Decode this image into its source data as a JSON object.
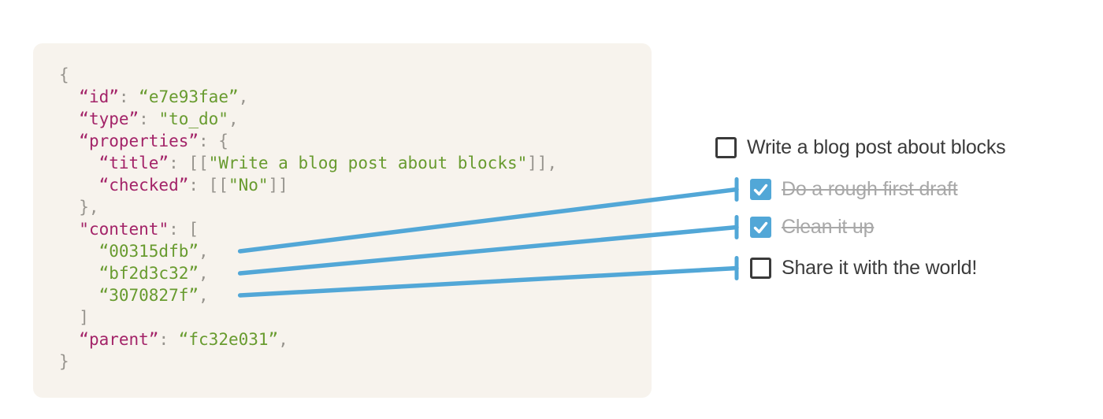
{
  "colors": {
    "code_background": "#f7f3ed",
    "key": "#a32368",
    "string": "#689b2f",
    "punctuation": "#97948e",
    "connector_blue": "#52a7d7",
    "checkbox_checked_fill": "#55a9d7",
    "checkbox_border": "#3a3a3a",
    "text_dark": "#3b3b3b",
    "text_struck": "#a8a8a8"
  },
  "code": {
    "language": "json",
    "lines": [
      {
        "tokens": [
          {
            "c": "pun",
            "t": "{"
          }
        ]
      },
      {
        "tokens": [
          {
            "c": "pun",
            "t": "  "
          },
          {
            "c": "key",
            "t": "“id”"
          },
          {
            "c": "pun",
            "t": ": "
          },
          {
            "c": "str",
            "t": "“e7e93fae”"
          },
          {
            "c": "pun",
            "t": ","
          }
        ]
      },
      {
        "tokens": [
          {
            "c": "pun",
            "t": "  "
          },
          {
            "c": "key",
            "t": "“type”"
          },
          {
            "c": "pun",
            "t": ": "
          },
          {
            "c": "str",
            "t": "\"to_do\""
          },
          {
            "c": "pun",
            "t": ","
          }
        ]
      },
      {
        "tokens": [
          {
            "c": "pun",
            "t": "  "
          },
          {
            "c": "key",
            "t": "“properties”"
          },
          {
            "c": "pun",
            "t": ": {"
          }
        ]
      },
      {
        "tokens": [
          {
            "c": "pun",
            "t": "    "
          },
          {
            "c": "key",
            "t": "“title”"
          },
          {
            "c": "pun",
            "t": ": [["
          },
          {
            "c": "str",
            "t": "\"Write a blog post about blocks\""
          },
          {
            "c": "pun",
            "t": "]],"
          }
        ]
      },
      {
        "tokens": [
          {
            "c": "pun",
            "t": "    "
          },
          {
            "c": "key",
            "t": "“checked”"
          },
          {
            "c": "pun",
            "t": ": [["
          },
          {
            "c": "str",
            "t": "\"No\""
          },
          {
            "c": "pun",
            "t": "]]"
          }
        ]
      },
      {
        "tokens": [
          {
            "c": "pun",
            "t": "  },"
          }
        ]
      },
      {
        "tokens": [
          {
            "c": "pun",
            "t": "  "
          },
          {
            "c": "key",
            "t": "\"content\""
          },
          {
            "c": "pun",
            "t": ": ["
          }
        ]
      },
      {
        "content_index": 0,
        "tokens": [
          {
            "c": "pun",
            "t": "    "
          },
          {
            "c": "str",
            "t": "“00315dfb”"
          },
          {
            "c": "pun",
            "t": ","
          }
        ]
      },
      {
        "content_index": 1,
        "tokens": [
          {
            "c": "pun",
            "t": "    "
          },
          {
            "c": "str",
            "t": "“bf2d3c32”"
          },
          {
            "c": "pun",
            "t": ","
          }
        ]
      },
      {
        "content_index": 2,
        "tokens": [
          {
            "c": "pun",
            "t": "    "
          },
          {
            "c": "str",
            "t": "“3070827f”"
          },
          {
            "c": "pun",
            "t": ","
          }
        ]
      },
      {
        "tokens": [
          {
            "c": "pun",
            "t": "  ]"
          }
        ]
      },
      {
        "tokens": [
          {
            "c": "pun",
            "t": "  "
          },
          {
            "c": "key",
            "t": "“parent”"
          },
          {
            "c": "pun",
            "t": ": "
          },
          {
            "c": "str",
            "t": "“fc32e031”"
          },
          {
            "c": "pun",
            "t": ","
          }
        ]
      },
      {
        "tokens": [
          {
            "c": "pun",
            "t": "}"
          }
        ]
      }
    ]
  },
  "checklist": {
    "items": [
      {
        "label": "Write a blog post about blocks",
        "checked": false,
        "struck": false,
        "indent": false
      },
      {
        "label": "Do a rough first draft",
        "checked": true,
        "struck": true,
        "indent": true
      },
      {
        "label": "Clean it up",
        "checked": true,
        "struck": true,
        "indent": true
      },
      {
        "label": "Share it with the world!",
        "checked": false,
        "struck": false,
        "indent": true
      }
    ],
    "checked_icon": "checkmark-icon"
  },
  "arrows": [
    {
      "from_content_index": 0,
      "to_item_index": 1
    },
    {
      "from_content_index": 1,
      "to_item_index": 2
    },
    {
      "from_content_index": 2,
      "to_item_index": 3
    }
  ]
}
